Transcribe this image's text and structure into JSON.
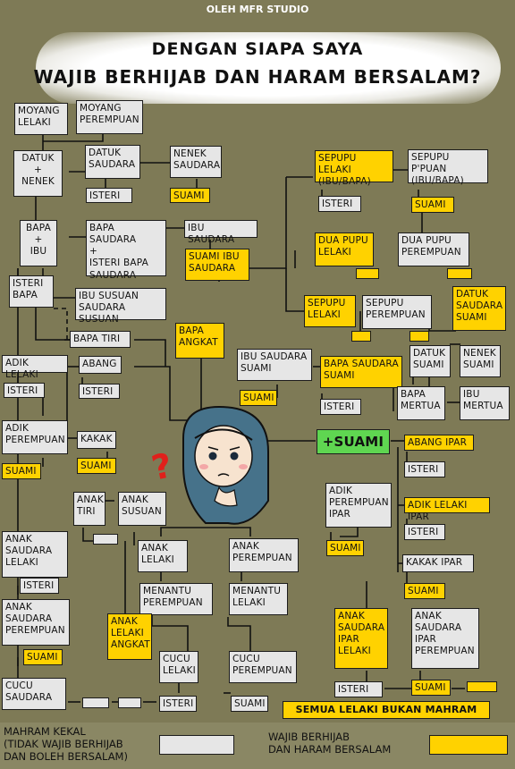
{
  "header": {
    "studio": "OLEH MFR STUDIO",
    "title_line1": "DENGAN SIAPA SAYA",
    "title_line2": "WAJIB BERHIJAB DAN HARAM BERSALAM?"
  },
  "boxes": {
    "moyang_lelaki": "MOYANG\nLELAKI",
    "moyang_perempuan": "MOYANG\nPEREMPUAN",
    "datuk_nenek": "DATUK\n+\nNENEK",
    "datuk_saudara": "DATUK\nSAUDARA",
    "nenek_saudara": "NENEK\nSAUDARA",
    "isteri_datuk_saudara": "ISTERI",
    "suami_nenek_saudara": "SUAMI",
    "bapa_ibu": "BAPA\n+\nIBU",
    "bapa_saudara": "BAPA SAUDARA\n+\nISTERI BAPA\nSAUDARA",
    "ibu_saudara": "IBU SAUDARA",
    "suami_ibu_saudara": "SUAMI IBU\nSAUDARA",
    "isteri_bapa": "ISTERI\nBAPA",
    "ibu_susuan": "IBU SUSUAN\nSAUDARA SUSUAN",
    "bapa_tiri": "BAPA TIRI",
    "bapa_angkat": "BAPA\nANGKAT",
    "adik_lelaki": "ADIK LELAKI",
    "isteri_adik_lelaki": "ISTERI",
    "abang": "ABANG",
    "isteri_abang": "ISTERI",
    "adik_perempuan": "ADIK\nPEREMPUAN",
    "suami_adik_perempuan": "SUAMI",
    "kakak": "KAKAK",
    "suami_kakak": "SUAMI",
    "sepupu_lelaki_ibubapa": "SEPUPU LELAKI\n(IBU/BAPA)",
    "sepupu_ppuan_ibubapa": "SEPUPU P'PUAN\n(IBU/BAPA)",
    "isteri_sepupu_ibubapa": "ISTERI",
    "suami_sepupu_ibubapa": "SUAMI",
    "dua_pupu_lelaki": "DUA PUPU\nLELAKI",
    "dua_pupu_perempuan": "DUA PUPU\nPEREMPUAN",
    "sepupu_lelaki": "SEPUPU\nLELAKI",
    "sepupu_perempuan": "SEPUPU\nPEREMPUAN",
    "datuk_saudara_suami": "DATUK\nSAUDARA\nSUAMI",
    "ibu_saudara_suami": "IBU SAUDARA\nSUAMI",
    "suami_ibu_saudara_suami": "SUAMI",
    "bapa_saudara_suami": "BAPA SAUDARA\nSUAMI",
    "isteri_bapa_saudara_suami": "ISTERI",
    "datuk_suami": "DATUK\nSUAMI",
    "nenek_suami": "NENEK\nSUAMI",
    "bapa_mertua": "BAPA\nMERTUA",
    "ibu_mertua": "IBU\nMERTUA",
    "plus_suami": "+SUAMI",
    "abang_ipar": "ABANG IPAR",
    "isteri_abang_ipar": "ISTERI",
    "adik_perempuan_ipar": "ADIK\nPEREMPUAN\nIPAR",
    "suami_adik_perempuan_ipar": "SUAMI",
    "adik_lelaki_ipar": "ADIK LELAKI IPAR",
    "isteri_adik_lelaki_ipar": "ISTERI",
    "kakak_ipar": "KAKAK  IPAR",
    "suami_kakak_ipar": "SUAMI",
    "anak_tiri": "ANAK\nTIRI",
    "anak_susuan": "ANAK\nSUSUAN",
    "anak_saudara_lelaki": "ANAK\nSAUDARA\nLELAKI",
    "isteri_anak_saudara_lelaki": "ISTERI",
    "anak_saudara_perempuan": "ANAK\nSAUDARA\nPEREMPUAN",
    "suami_anak_saudara_perempuan": "SUAMI",
    "anak_lelaki": "ANAK\nLELAKI",
    "anak_perempuan": "ANAK\nPEREMPUAN",
    "menantu_perempuan": "MENANTU\nPEREMPUAN",
    "menantu_lelaki": "MENANTU\nLELAKI",
    "anak_lelaki_angkat": "ANAK\nLELAKI\nANGKAT",
    "cucu_lelaki": "CUCU\nLELAKI",
    "cucu_perempuan": "CUCU\nPEREMPUAN",
    "cucu_saudara": "CUCU\nSAUDARA",
    "isteri_cucu": "ISTERI",
    "suami_cucu": "SUAMI",
    "anak_saudara_ipar_lelaki": "ANAK\nSAUDARA\nIPAR\nLELAKI",
    "anak_saudara_ipar_perempuan": "ANAK\nSAUDARA\nIPAR\nPEREMPUAN",
    "isteri_anak_saudara_ipar": "ISTERI",
    "suami_anak_saudara_ipar": "SUAMI",
    "semua_lelaki": "SEMUA LELAKI BUKAN MAHRAM"
  },
  "legend": {
    "mahram_kekal": "MAHRAM KEKAL\n(TIDAK WAJIB BERHIJAB\nDAN BOLEH BERSALAM)",
    "wajib_berhijab": "WAJIB BERHIJAB\nDAN HARAM BERSALAM"
  },
  "colors": {
    "background": "#7e7a56",
    "mahram_box": "#e6e6e6",
    "wajib_box": "#ffd200",
    "suami_box": "#5fd651",
    "question_mark": "#e0201b"
  }
}
